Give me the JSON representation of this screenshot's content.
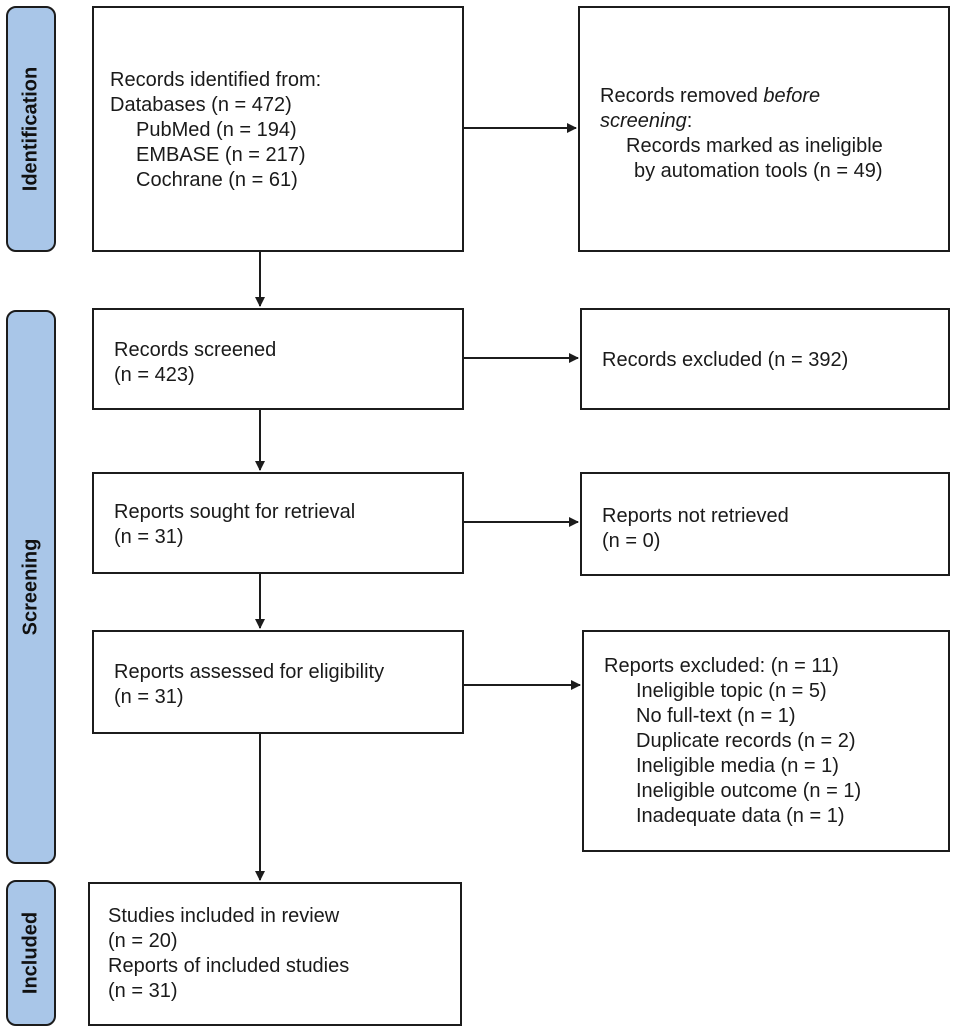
{
  "phases": {
    "identification": "Identification",
    "screening": "Screening",
    "included": "Included"
  },
  "identified": {
    "line1": "Records identified from:",
    "line2": "Databases (n = 472)",
    "line3": "PubMed (n = 194)",
    "line4": "EMBASE (n = 217)",
    "line5": "Cochrane (n = 61)"
  },
  "removed": {
    "prefix": "Records removed ",
    "italic_before": "before",
    "italic_screening": "screening",
    "suffix": ":",
    "line3": "Records marked as ineligible",
    "line4": "by automation tools (n = 49)"
  },
  "screened": {
    "line1": "Records screened",
    "line2": "(n = 423)"
  },
  "excluded": {
    "line1": "Records excluded (n = 392)"
  },
  "sought": {
    "line1": "Reports sought for retrieval",
    "line2": "(n = 31)"
  },
  "not_retrieved": {
    "line1": "Reports not retrieved",
    "line2": "(n = 0)"
  },
  "assessed": {
    "line1": "Reports assessed for eligibility",
    "line2": "(n = 31)"
  },
  "reports_excluded": {
    "title": "Reports excluded: (n = 11)",
    "reasons": [
      "Ineligible topic (n = 5)",
      "No full-text (n = 1)",
      "Duplicate records (n = 2)",
      "Ineligible media (n = 1)",
      "Ineligible outcome (n = 1)",
      "Inadequate data (n = 1)"
    ]
  },
  "included": {
    "line1": "Studies included in review",
    "line2": "(n = 20)",
    "line3": "Reports of included studies",
    "line4": "(n = 31)"
  },
  "colors": {
    "phase_fill": "#a9c6e8",
    "stroke": "#1c1c1c"
  }
}
